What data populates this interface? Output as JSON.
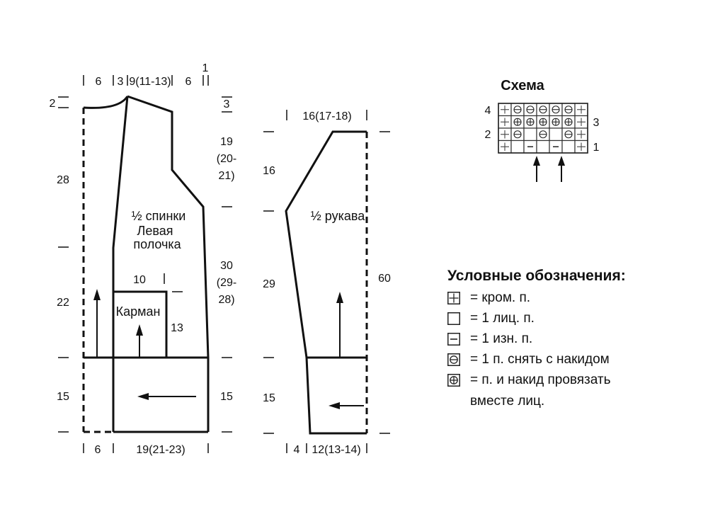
{
  "schema": {
    "title": "Схема",
    "row_labels": [
      "4",
      "3",
      "2",
      "1"
    ]
  },
  "legend": {
    "title": "Условные обозначения:",
    "items": [
      {
        "icon": "edge-stitch-icon",
        "text": "= кром. п."
      },
      {
        "icon": "knit-stitch-icon",
        "text": "= 1 лиц. п."
      },
      {
        "icon": "purl-stitch-icon",
        "text": "= 1 изн. п."
      },
      {
        "icon": "slip-with-yarn-over-icon",
        "text": "= 1 п. снять с накидом"
      },
      {
        "icon": "knit-together-yarn-over-icon",
        "text": "= п. и накид провязать"
      }
    ],
    "continuation": "вместе лиц."
  },
  "back_piece": {
    "label_lines": [
      "½ спинки",
      "Левая",
      "полочка"
    ],
    "pocket_label": "Карман",
    "top_dims": [
      "6",
      "3",
      "9(11-13)",
      "6",
      "1"
    ],
    "left_dims": [
      "2",
      "28",
      "22",
      "15"
    ],
    "right_dims": [
      "3",
      "19",
      "(20-",
      "21)",
      "30",
      "(29-",
      "28)",
      "15"
    ],
    "pocket_dims": [
      "10",
      "13"
    ],
    "bottom_dims": [
      "6",
      "19(21-23)"
    ]
  },
  "sleeve": {
    "label": "½ рукава",
    "top_dim": "16(17-18)",
    "left_dims": [
      "16",
      "29",
      "15"
    ],
    "right_dim": "60",
    "bottom_dims": [
      "4",
      "12(13-14)"
    ]
  }
}
